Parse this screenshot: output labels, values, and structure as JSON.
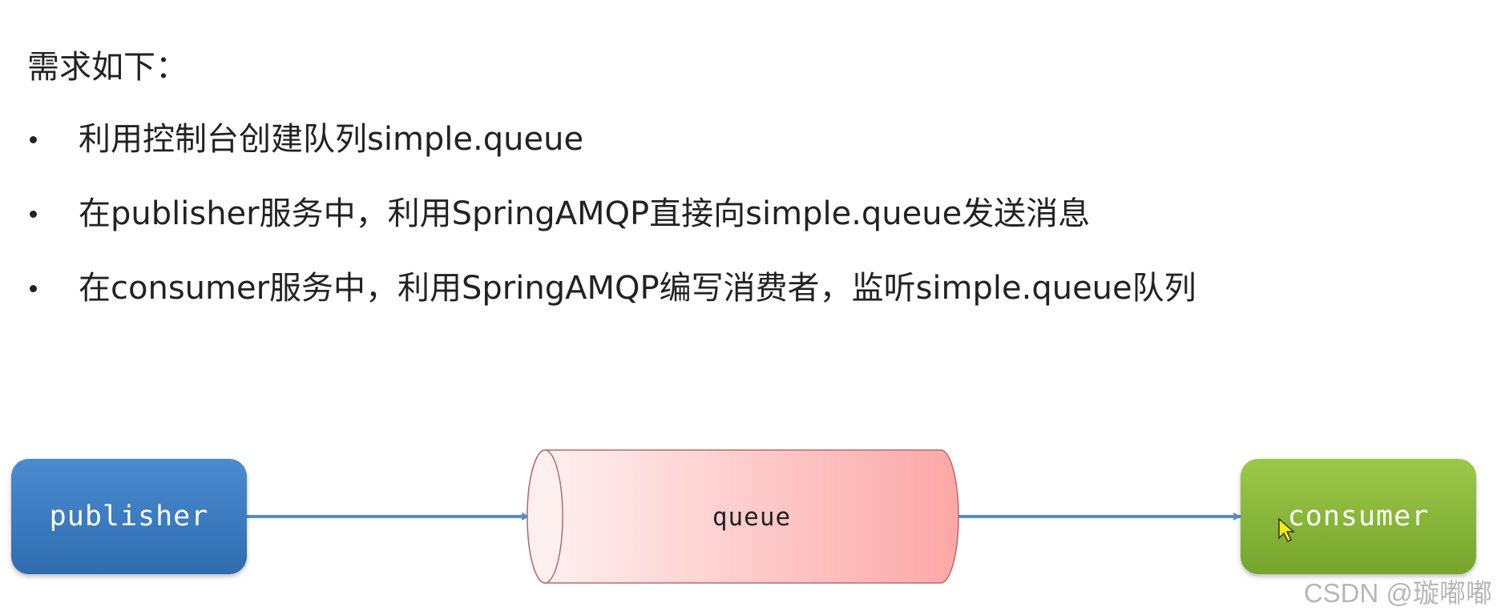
{
  "heading": "需求如下：",
  "bullets": [
    "利用控制台创建队列simple.queue",
    "在publisher服务中，利用SpringAMQP直接向simple.queue发送消息",
    "在consumer服务中，利用SpringAMQP编写消费者，监听simple.queue队列"
  ],
  "diagram": {
    "publisher": "publisher",
    "queue": "queue",
    "consumer": "consumer",
    "colors": {
      "publisher_fill": "#3f7ec4",
      "queue_fill": "#fca9a9",
      "consumer_fill": "#8ab83a",
      "arrow": "#5b8bc7"
    }
  },
  "watermark": "CSDN @璇嘟嘟"
}
